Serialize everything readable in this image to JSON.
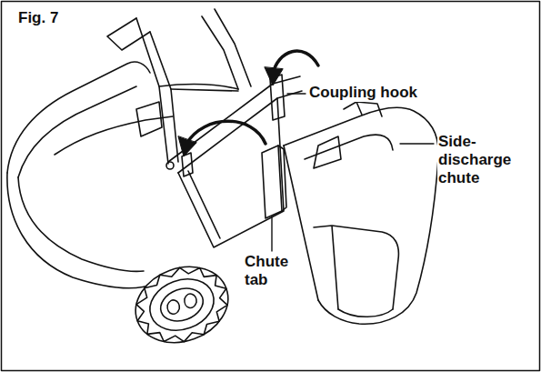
{
  "diagram": {
    "title": "Fig. 7",
    "labels": [
      "Coupling hook",
      "Side-discharge chute",
      "Chute tab"
    ]
  }
}
